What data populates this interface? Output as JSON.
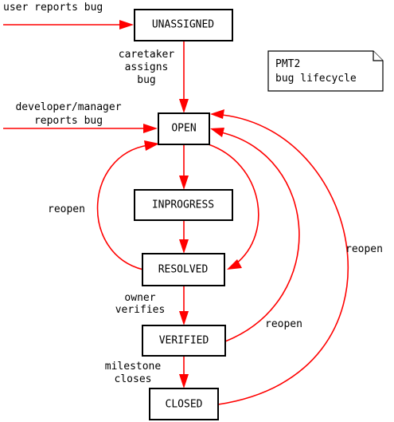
{
  "colors": {
    "edge": "#ff0000",
    "node_border": "#000000",
    "background": "#ffffff"
  },
  "note": {
    "lines": [
      "PMT2",
      "bug lifecycle"
    ]
  },
  "states": {
    "unassigned": "UNASSIGNED",
    "open": "OPEN",
    "inprogress": "INPROGRESS",
    "resolved": "RESOLVED",
    "verified": "VERIFIED",
    "closed": "CLOSED"
  },
  "edges": {
    "user_reports": "user reports bug",
    "caretaker_assigns": [
      "caretaker",
      "assigns",
      "bug"
    ],
    "developer_reports": [
      "developer/manager",
      "reports bug"
    ],
    "reopen_resolved": "reopen",
    "owner_verifies": [
      "owner",
      "verifies"
    ],
    "reopen_verified": "reopen",
    "milestone_closes": [
      "milestone",
      "closes"
    ],
    "reopen_closed": "reopen"
  }
}
